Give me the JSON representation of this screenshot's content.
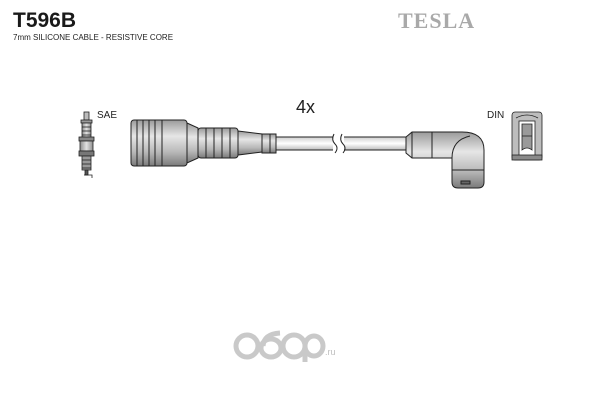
{
  "header": {
    "product_code": "T596B",
    "subtitle": "7mm SILICONE CABLE - RESISTIVE CORE",
    "brand": "TESLA"
  },
  "diagram": {
    "quantity": "4x",
    "left_connector_label": "SAE",
    "right_connector_label": "DIN"
  },
  "watermark": {
    "text": "oбoр",
    "suffix": ".ru",
    "color": "#cccccc"
  },
  "colors": {
    "brand_gray": "#a9a9a9",
    "stroke": "#222222",
    "part_fill": "#d4d4d4",
    "part_dark": "#8a8a8a"
  }
}
